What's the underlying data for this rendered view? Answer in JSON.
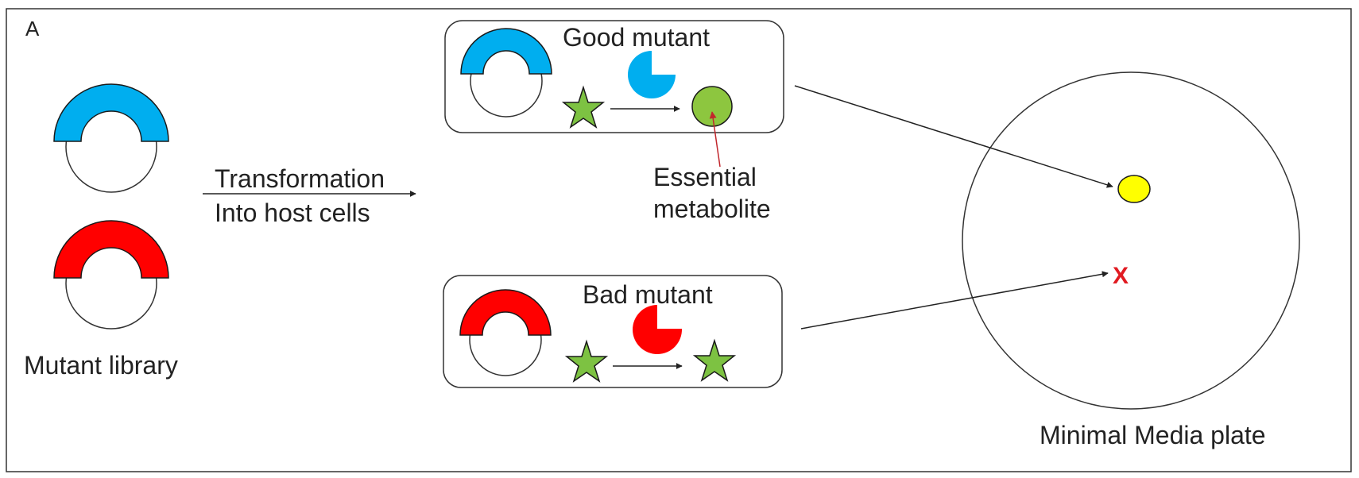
{
  "panel_label": "A",
  "library": {
    "label": "Mutant library"
  },
  "transformation": {
    "line1": "Transformation",
    "line2": "Into host cells"
  },
  "good_mutant": {
    "title": "Good mutant",
    "product_label_line1": "Essential",
    "product_label_line2": "metabolite"
  },
  "bad_mutant": {
    "title": "Bad mutant"
  },
  "plate": {
    "label": "Minimal Media plate",
    "failure_mark": "X"
  },
  "colors": {
    "good_enzyme": "#00aeef",
    "bad_enzyme": "#ff0000",
    "substrate_star": "#7dc242",
    "metabolite": "#8dc63f",
    "colony": "#ffff00",
    "failure_mark": "#e11b22",
    "pointer_arrow": "#c1272d"
  }
}
